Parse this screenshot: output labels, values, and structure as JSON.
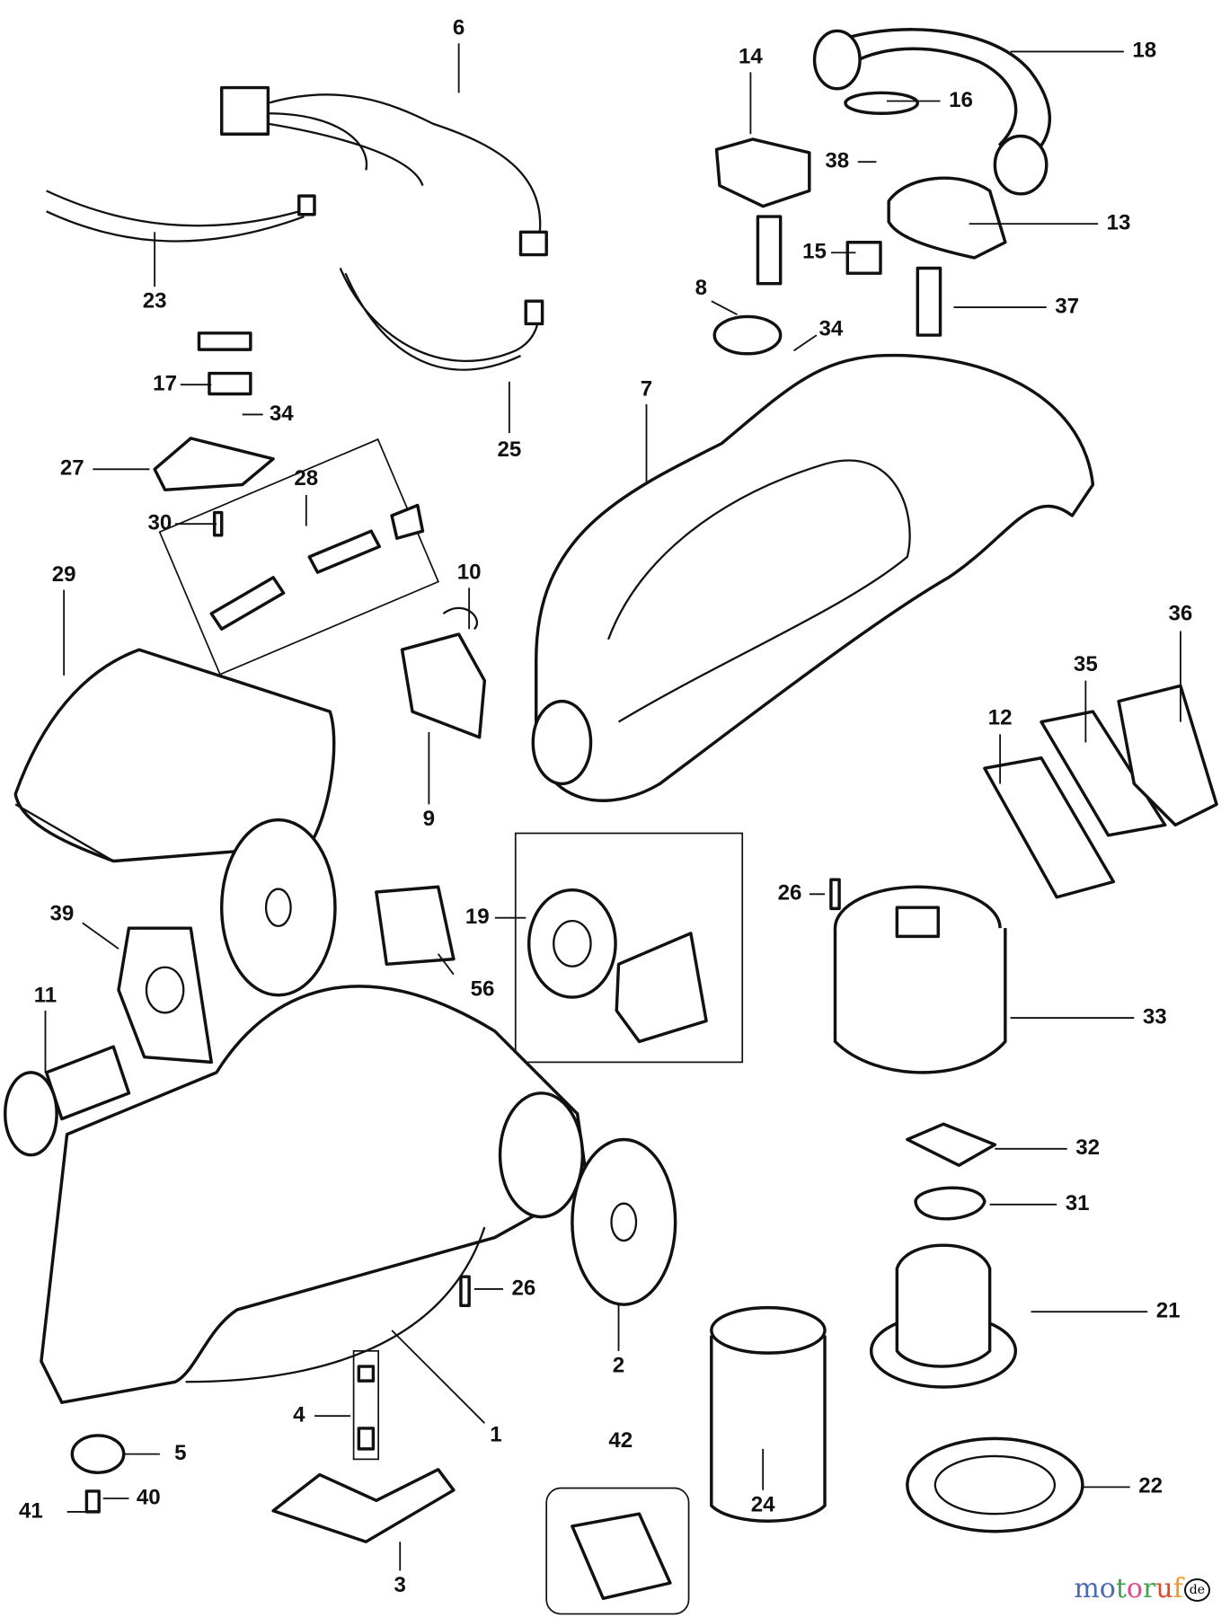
{
  "diagram": {
    "type": "exploded parts diagram",
    "callouts": [
      "6",
      "18",
      "14",
      "16",
      "38",
      "13",
      "15",
      "37",
      "8",
      "34",
      "7",
      "23",
      "17",
      "34",
      "25",
      "27",
      "28",
      "30",
      "29",
      "10",
      "36",
      "35",
      "12",
      "9",
      "19",
      "39",
      "26",
      "56",
      "11",
      "33",
      "32",
      "31",
      "26",
      "21",
      "2",
      "4",
      "1",
      "5",
      "42",
      "41",
      "40",
      "24",
      "22",
      "3"
    ]
  },
  "watermark": {
    "text": "motoruf",
    "suffix": "de",
    "letter_colors": [
      "#4a6bb5",
      "#4a6bb5",
      "#3fa34d",
      "#e0498a",
      "#3fa34d",
      "#e04a2a",
      "#f39a1e",
      "#f2c418"
    ]
  }
}
